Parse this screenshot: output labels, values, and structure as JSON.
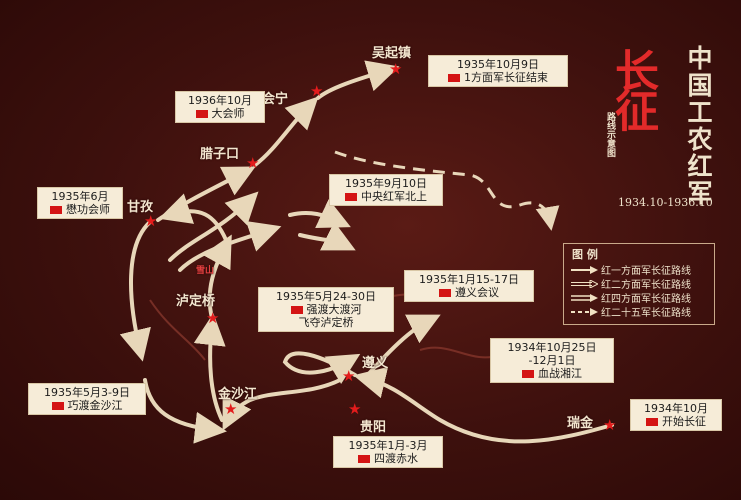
{
  "title": {
    "callig": "长征",
    "sub": "路线示意图",
    "main": "中国工农红军",
    "dates": "1934.10-1936.10"
  },
  "legend": {
    "heading": "图 例",
    "items": [
      {
        "label": "红一方面军长征路线",
        "color": "#f1e2c3",
        "style": "solid-arrow"
      },
      {
        "label": "红二方面军长征路线",
        "color": "#f1e2c3",
        "style": "open-arrow"
      },
      {
        "label": "红四方面军长征路线",
        "color": "#f1e2c3",
        "style": "double-arrow"
      },
      {
        "label": "红二十五军长征路线",
        "color": "#f1e2c3",
        "style": "dashed-arrow"
      }
    ]
  },
  "places": {
    "wuqizhen": "吴起镇",
    "huining": "会宁",
    "lazikou": "腊子口",
    "ganzi": "甘孜",
    "luding": "泸定桥",
    "jinshajiang": "金沙江",
    "zunyi": "遵义",
    "guiyang": "贵阳",
    "ruijin": "瑞金",
    "xuejiashan": "雪山"
  },
  "events": [
    {
      "date": "1935年10月9日",
      "text": "1方面军长征结束"
    },
    {
      "date": "1936年10月",
      "text": "大会师"
    },
    {
      "date": "1935年9月10日",
      "text": "中央红军北上"
    },
    {
      "date": "1935年6月",
      "text": "懋功会师"
    },
    {
      "date": "1935年5月24-30日",
      "text": "强渡大渡河",
      "text2": "飞夺泸定桥"
    },
    {
      "date": "1935年1月15-17日",
      "text": "遵义会议"
    },
    {
      "date": "1934年10月25日",
      "text": "-12月1日",
      "text2": "血战湘江"
    },
    {
      "date": "1935年5月3-9日",
      "text": "巧渡金沙江"
    },
    {
      "date": "1935年1月-3月",
      "text": "四渡赤水"
    },
    {
      "date": "1934年10月",
      "text": "开始长征"
    }
  ],
  "colors": {
    "background": "#3d100d",
    "route": "#f1e2c3",
    "star": "#e31c1c",
    "label_bg": "#f6ecd8"
  }
}
